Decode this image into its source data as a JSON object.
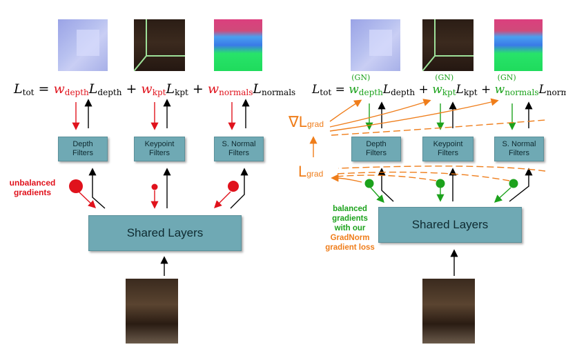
{
  "left": {
    "equation": {
      "L": "L",
      "tot": "tot",
      "eq": " = ",
      "plus": " + ",
      "w": "w",
      "depth": "depth",
      "kpt": "kpt",
      "normals": "normals"
    },
    "filters": [
      {
        "line1": "Depth",
        "line2": "Filters"
      },
      {
        "line1": "Keypoint",
        "line2": "Filters"
      },
      {
        "line1": "S. Normal",
        "line2": "Filters"
      }
    ],
    "shared": "Shared Layers",
    "unbalanced_line1": "unbalanced",
    "unbalanced_line2": "gradients"
  },
  "right": {
    "equation": {
      "gn": "(GN)"
    },
    "filters": [
      {
        "line1": "Depth",
        "line2": "Filters"
      },
      {
        "line1": "Keypoint",
        "line2": "Filters"
      },
      {
        "line1": "S. Normal",
        "line2": "Filters"
      }
    ],
    "shared": "Shared Layers",
    "nabla": "∇",
    "lgrad_L": "L",
    "lgrad_sub": "grad",
    "balanced_lines": [
      "balanced",
      "gradients",
      "with our"
    ],
    "gradnorm_lines": [
      "GradNorm",
      "gradient loss"
    ]
  },
  "colors": {
    "red": "#e0121c",
    "green": "#1ca21c",
    "orange": "#ef7d1a",
    "box": "#6fa9b4"
  }
}
